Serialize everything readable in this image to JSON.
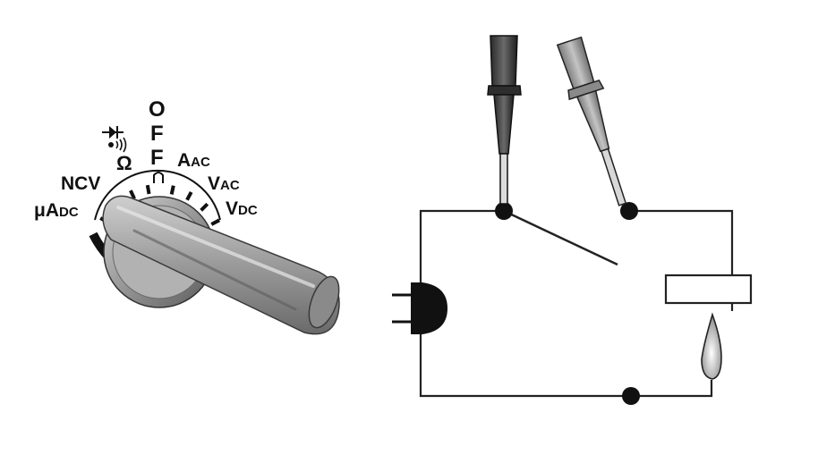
{
  "dial": {
    "labels": {
      "off_o": "O",
      "off_f1": "F",
      "off_f2": "F",
      "aac_main": "A",
      "aac_sub": "AC",
      "vac_main": "V",
      "vac_sub": "AC",
      "vdc_main": "V",
      "vdc_sub": "DC",
      "ohm": "Ω",
      "ncv": "NCV",
      "uadc_main": "μA",
      "uadc_sub": "DC"
    },
    "icons": [
      "diode-icon",
      "continuity-buzzer-icon"
    ]
  },
  "circuit": {
    "components": [
      "black-test-probe",
      "red-test-probe",
      "open-switch",
      "rectangular-load",
      "plug",
      "heating-element"
    ],
    "nodes": [
      "switch-left-terminal",
      "switch-right-terminal",
      "bottom-junction"
    ]
  },
  "colors": {
    "line": "#222222",
    "black_probe": "#3c3c3c",
    "red_probe": "#8c8c8c",
    "knob": "#9a9a9a"
  }
}
